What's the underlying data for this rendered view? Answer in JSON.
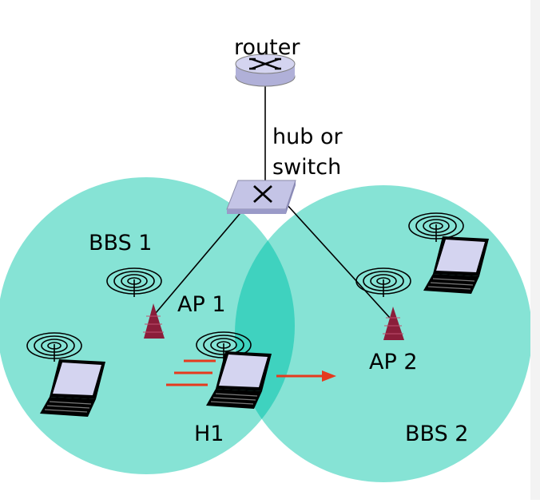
{
  "labels": {
    "router": "router",
    "hub_line1": "hub or",
    "hub_line2": "switch",
    "bbs1": "BBS 1",
    "bbs2": "BBS 2",
    "ap1": "AP 1",
    "ap2": "AP 2",
    "h1": "H1"
  },
  "colors": {
    "cell_fill": "#86E3D5",
    "cell_overlap": "#3FD2BF",
    "link_line": "#000000",
    "antenna": "#8A1E3A",
    "motion": "#E53A1E",
    "device_face": "#D4D4F0"
  },
  "icons": {
    "router": "router-icon",
    "switch": "switch-icon",
    "access_point": "access-point-icon",
    "laptop": "laptop-icon",
    "motion_arrow": "arrow-right-icon"
  }
}
